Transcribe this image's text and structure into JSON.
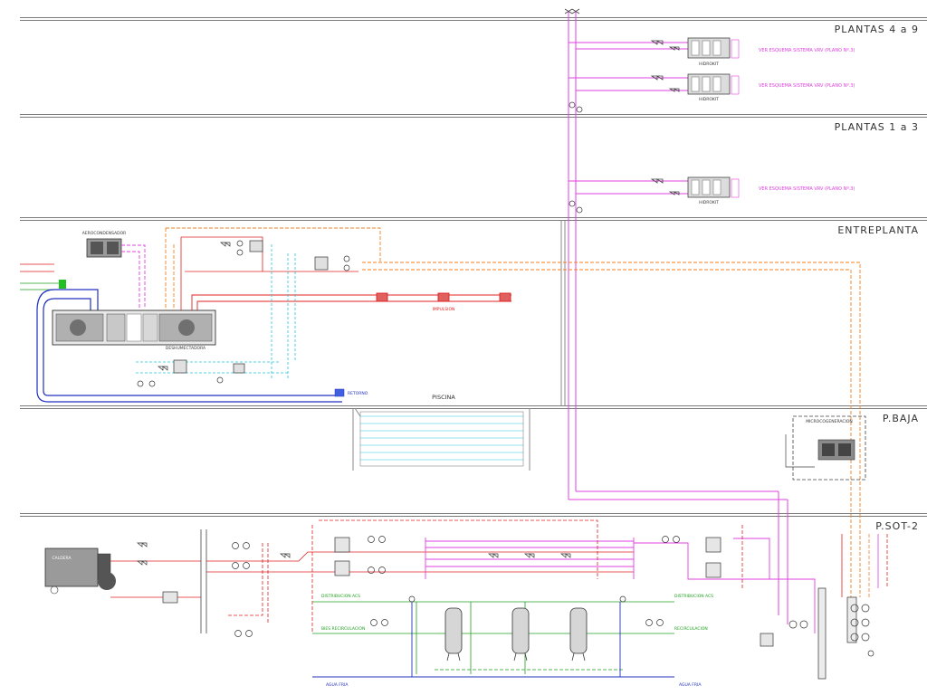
{
  "levels": {
    "plantas_4_9": "PLANTAS 4 a 9",
    "plantas_1_3": "PLANTAS 1 a 3",
    "entreplanta": "ENTREPLANTA",
    "p_baja": "P.BAJA",
    "p_sot2": "P.SOT-2"
  },
  "hydro_units": {
    "unit1_label": "HIDROKIT",
    "unit2_label": "HIDROKIT",
    "unit3_label": "HIDROKIT",
    "vrv_note_1": "VER ESQUEMA SISTEMA VRV (PLANO Nº.3)",
    "vrv_note_2": "VER ESQUEMA SISTEMA VRV (PLANO Nº.3)",
    "vrv_note_3": "VER ESQUEMA SISTEMA VRV (PLANO Nº.3)"
  },
  "pool_area": {
    "aerocondensador": "AEROCONDENSADOR",
    "deshumectadora": "DESHUMECTADORA",
    "impulsion": "IMPULSION",
    "retorno": "RETORNO",
    "piscina": "PISCINA"
  },
  "cogeneration": {
    "title": "MICROCOGENERACION"
  },
  "basement": {
    "caldera": "CALDERA",
    "distribucion_left": "DISTRIBUCION ACS",
    "bies": "BIES RECIRCULACION",
    "agua_fria_left": "AGUA FRIA",
    "distribucion_right": "DISTRIBUCION ACS",
    "recirculacion_right": "RECIRCULACION",
    "agua_fria_right": "AGUA FRIA"
  },
  "colors": {
    "magenta": "#e040e0",
    "orange": "#f08020",
    "red": "#e02020",
    "cyan": "#20c8e0",
    "blue": "#2030c0",
    "green": "#20a020",
    "gray": "#808080"
  }
}
